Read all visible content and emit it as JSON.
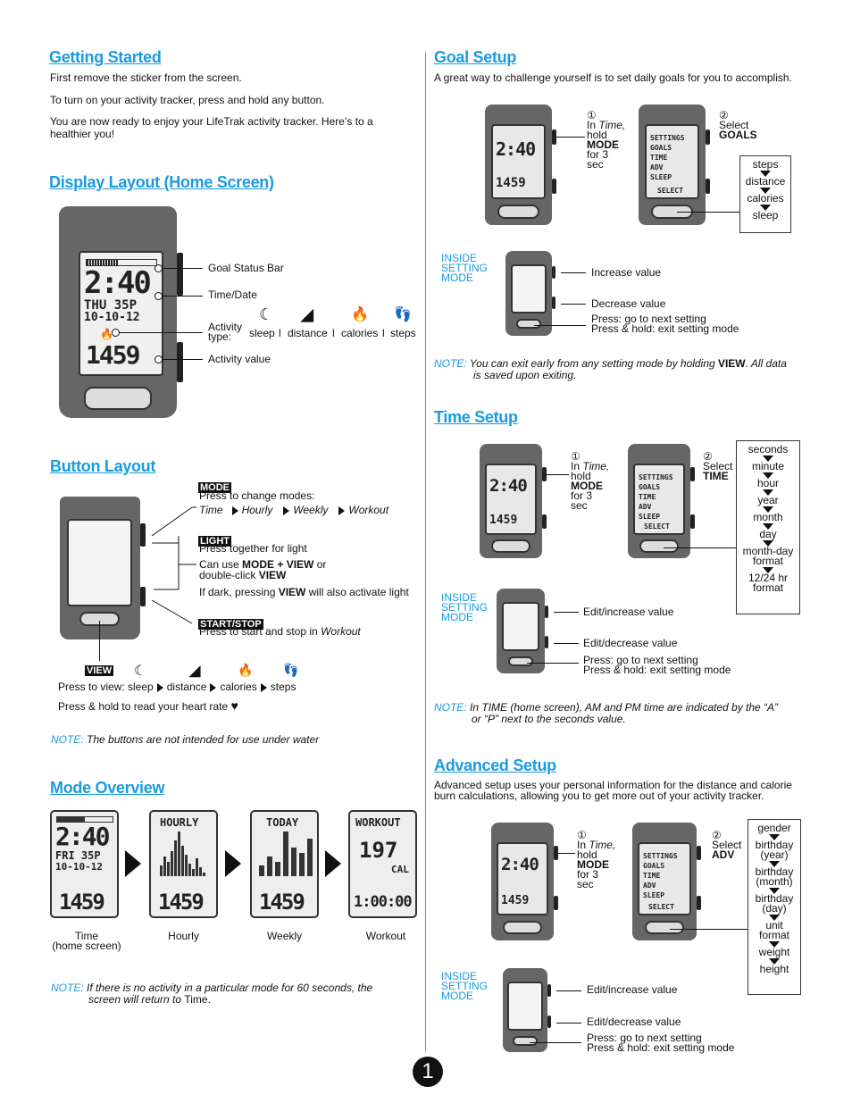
{
  "left": {
    "getting_started": {
      "title": "Getting Started",
      "p1": "First remove the sticker from the screen.",
      "p2": "To turn on your activity tracker, press and hold any button.",
      "p3": "You are now ready to enjoy your LifeTrak activity tracker. Here’s to a healthier you!"
    },
    "display_layout": {
      "title": "Display Layout (Home Screen)",
      "goal_status_bar": "Goal Status Bar",
      "time_date": "Time/Date",
      "activity_type": "Activity type:",
      "activity_types": [
        "sleep",
        "distance",
        "calories",
        "steps"
      ],
      "separator": "l",
      "activity_value": "Activity value",
      "lcd_time": "2:40",
      "lcd_day": "THU 35P",
      "lcd_date": "10-10-12",
      "lcd_value": "1459"
    },
    "button_layout": {
      "title": "Button Layout",
      "mode_tag": "MODE",
      "mode_desc": "Press to change modes:",
      "modes": [
        "Time",
        "Hourly",
        "Weekly",
        "Workout"
      ],
      "light_tag": "LIGHT",
      "light_desc1": "Press together for light",
      "light_desc2a": "Can use ",
      "light_desc2b": "MODE + VIEW",
      "light_desc2c": " or",
      "light_desc3a": "double-click ",
      "light_desc3b": "VIEW",
      "light_desc4a": "If dark, pressing ",
      "light_desc4b": "VIEW",
      "light_desc4c": " will also activate light",
      "startstop_tag": "START/STOP",
      "startstop_desc_a": "Press to start and stop in ",
      "startstop_desc_b": "Workout",
      "view_tag": "VIEW",
      "view_press": "Press to view:",
      "view_items": [
        "sleep",
        "distance",
        "calories",
        "steps"
      ],
      "view_hold": "Press & hold to read your heart rate",
      "note_label": "NOTE:",
      "note_text": "The buttons are not intended for use under water"
    },
    "mode_overview": {
      "title": "Mode Overview",
      "screens": [
        {
          "label1": "Time",
          "label2": "(home screen)",
          "header": "",
          "big": "2:40",
          "line2": "FRI 35P",
          "line3": "10-10-12",
          "bottom": "1459"
        },
        {
          "label1": "Hourly",
          "label2": "",
          "header": "HOURLY",
          "big": "",
          "line2": "",
          "line3": "",
          "bottom": "1459"
        },
        {
          "label1": "Weekly",
          "label2": "",
          "header": "TODAY",
          "big": "",
          "line2": "",
          "line3": "",
          "bottom": "1459"
        },
        {
          "label1": "Workout",
          "label2": "",
          "header": "WORKOUT",
          "big": "197",
          "line2": "CAL",
          "line3": "",
          "bottom": "1:00:00"
        }
      ],
      "note_label": "NOTE:",
      "note_text1": "If there is no activity in a particular mode for 60 seconds, the",
      "note_text2a": "screen will return to ",
      "note_text2b": "Time."
    }
  },
  "right": {
    "goal_setup": {
      "title": "Goal Setup",
      "intro": "A great way to challenge yourself is to set daily goals for you to accomplish.",
      "step1_num": "①",
      "step1_a": "In ",
      "step1_b": "Time,",
      "step1_c": "hold",
      "step1_d": "MODE",
      "step1_e": "for 3",
      "step1_f": "sec",
      "step2_num": "②",
      "step2_a": "Select",
      "step2_b": "GOALS",
      "menu_items": [
        "SETTINGS",
        "GOALS",
        "TIME",
        "ADV",
        "SLEEP"
      ],
      "select_label": "SELECT",
      "options": [
        "steps",
        "distance",
        "calories",
        "sleep"
      ],
      "inside": [
        "INSIDE",
        "SETTING",
        "MODE"
      ],
      "increase": "Increase value",
      "decrease": "Decrease value",
      "press_next": "Press: go to next setting",
      "press_hold": "Press & hold: exit setting mode",
      "note_label": "NOTE:",
      "note_a": "You can exit early from any setting mode by holding ",
      "note_b": "VIEW",
      "note_c": ". All data",
      "note_d": "is saved upon exiting."
    },
    "time_setup": {
      "title": "Time Setup",
      "step1_num": "①",
      "step1_a": "In ",
      "step1_b": "Time,",
      "step1_c": "hold",
      "step1_d": "MODE",
      "step1_e": "for 3",
      "step1_f": "sec",
      "step2_num": "②",
      "step2_a": "Select",
      "step2_b": "TIME",
      "options": [
        "seconds",
        "minute",
        "hour",
        "year",
        "month",
        "day",
        "month-day format",
        "12/24 hr format"
      ],
      "inside": [
        "INSIDE",
        "SETTING",
        "MODE"
      ],
      "increase": "Edit/increase value",
      "decrease": "Edit/decrease value",
      "press_next": "Press: go to next setting",
      "press_hold": "Press & hold: exit setting mode",
      "note_label": "NOTE:",
      "note_a": "In TIME (home screen), AM and PM time are indicated by the “A”",
      "note_b": "or “P” next to the seconds value."
    },
    "advanced_setup": {
      "title": "Advanced Setup",
      "intro1": "Advanced setup uses your personal information for the distance and calorie",
      "intro2": "burn calculations, allowing you to get more out of your activity tracker.",
      "step1_num": "①",
      "step1_a": "In ",
      "step1_b": "Time,",
      "step1_c": "hold",
      "step1_d": "MODE",
      "step1_e": "for 3",
      "step1_f": "sec",
      "step2_num": "②",
      "step2_a": "Select",
      "step2_b": "ADV",
      "options": [
        "gender",
        "birthday (year)",
        "birthday (month)",
        "birthday (day)",
        "unit format",
        "weight",
        "height"
      ],
      "inside": [
        "INSIDE",
        "SETTING",
        "MODE"
      ],
      "increase": "Edit/increase value",
      "decrease": "Edit/decrease value",
      "press_next": "Press: go to next setting",
      "press_hold": "Press & hold: exit setting mode"
    }
  },
  "page_number": "1",
  "colors": {
    "heading": "#1a9be0",
    "device": "#666666",
    "screen": "#e8e8e8"
  }
}
